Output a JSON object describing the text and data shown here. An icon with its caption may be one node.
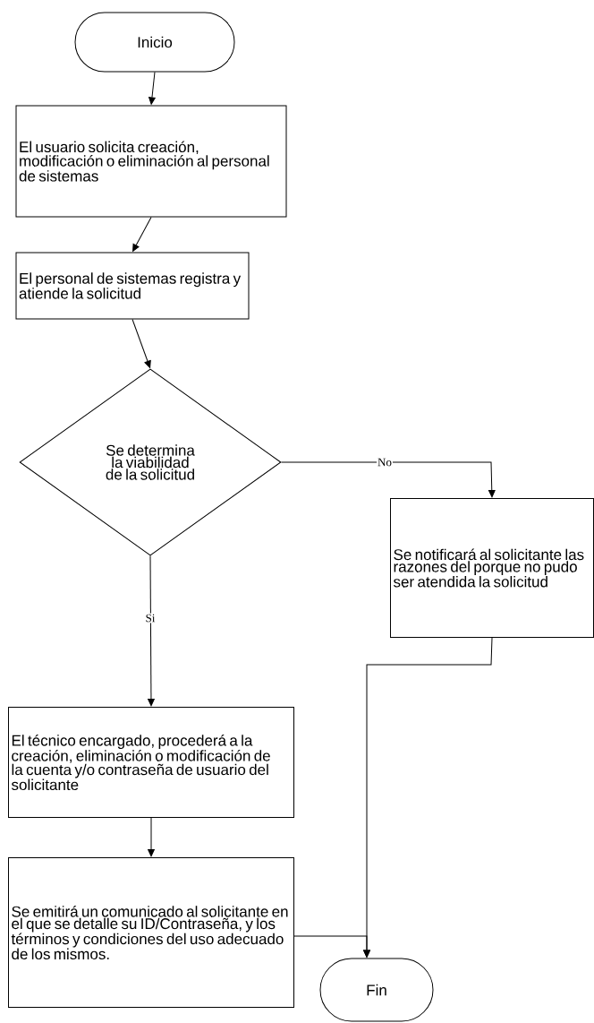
{
  "diagram": {
    "nodes": [
      {
        "text": [
          "Inicio"
        ]
      },
      {
        "text": [
          "El usuario solicita creación, modificación o eliminación al personal de sistemas"
        ]
      },
      {
        "text": [
          "El personal de sistemas registra y atiende la solicitud"
        ]
      },
      {
        "text": [
          "Se determina la viabilidad de la solicitud"
        ]
      },
      {
        "text": [
          "Se notificará al solicitante las razones del porque no pudo ser atendida la solicitud"
        ]
      },
      {
        "text": [
          "El técnico encargado, procederá a la creación, eliminación o modificación de la cuenta y/o contraseña de usuario del solicitante"
        ]
      },
      {
        "text": [
          "Se emitirá un comunicado al solicitante en el que se detalle su ID/Contraseña, y los términos y condiciones del uso adecuado de los mismos."
        ]
      },
      {
        "text": [
          "Fin"
        ]
      }
    ],
    "edges": [
      {
        "from": 0,
        "to": 1,
        "arrow": "to"
      },
      {
        "from": 1,
        "to": 2,
        "arrow": "to"
      },
      {
        "from": 2,
        "to": 3,
        "arrow": "to"
      },
      {
        "from": 3,
        "to": 4,
        "arrow": "to",
        "label": "No"
      },
      {
        "from": 3,
        "to": 5,
        "arrow": "to",
        "label": "Si"
      },
      {
        "from": 5,
        "to": 6,
        "arrow": "to"
      },
      {
        "from": 6,
        "to": 7,
        "arrow": "to"
      },
      {
        "from": 4,
        "to": 7,
        "arrow": "to"
      }
    ]
  }
}
